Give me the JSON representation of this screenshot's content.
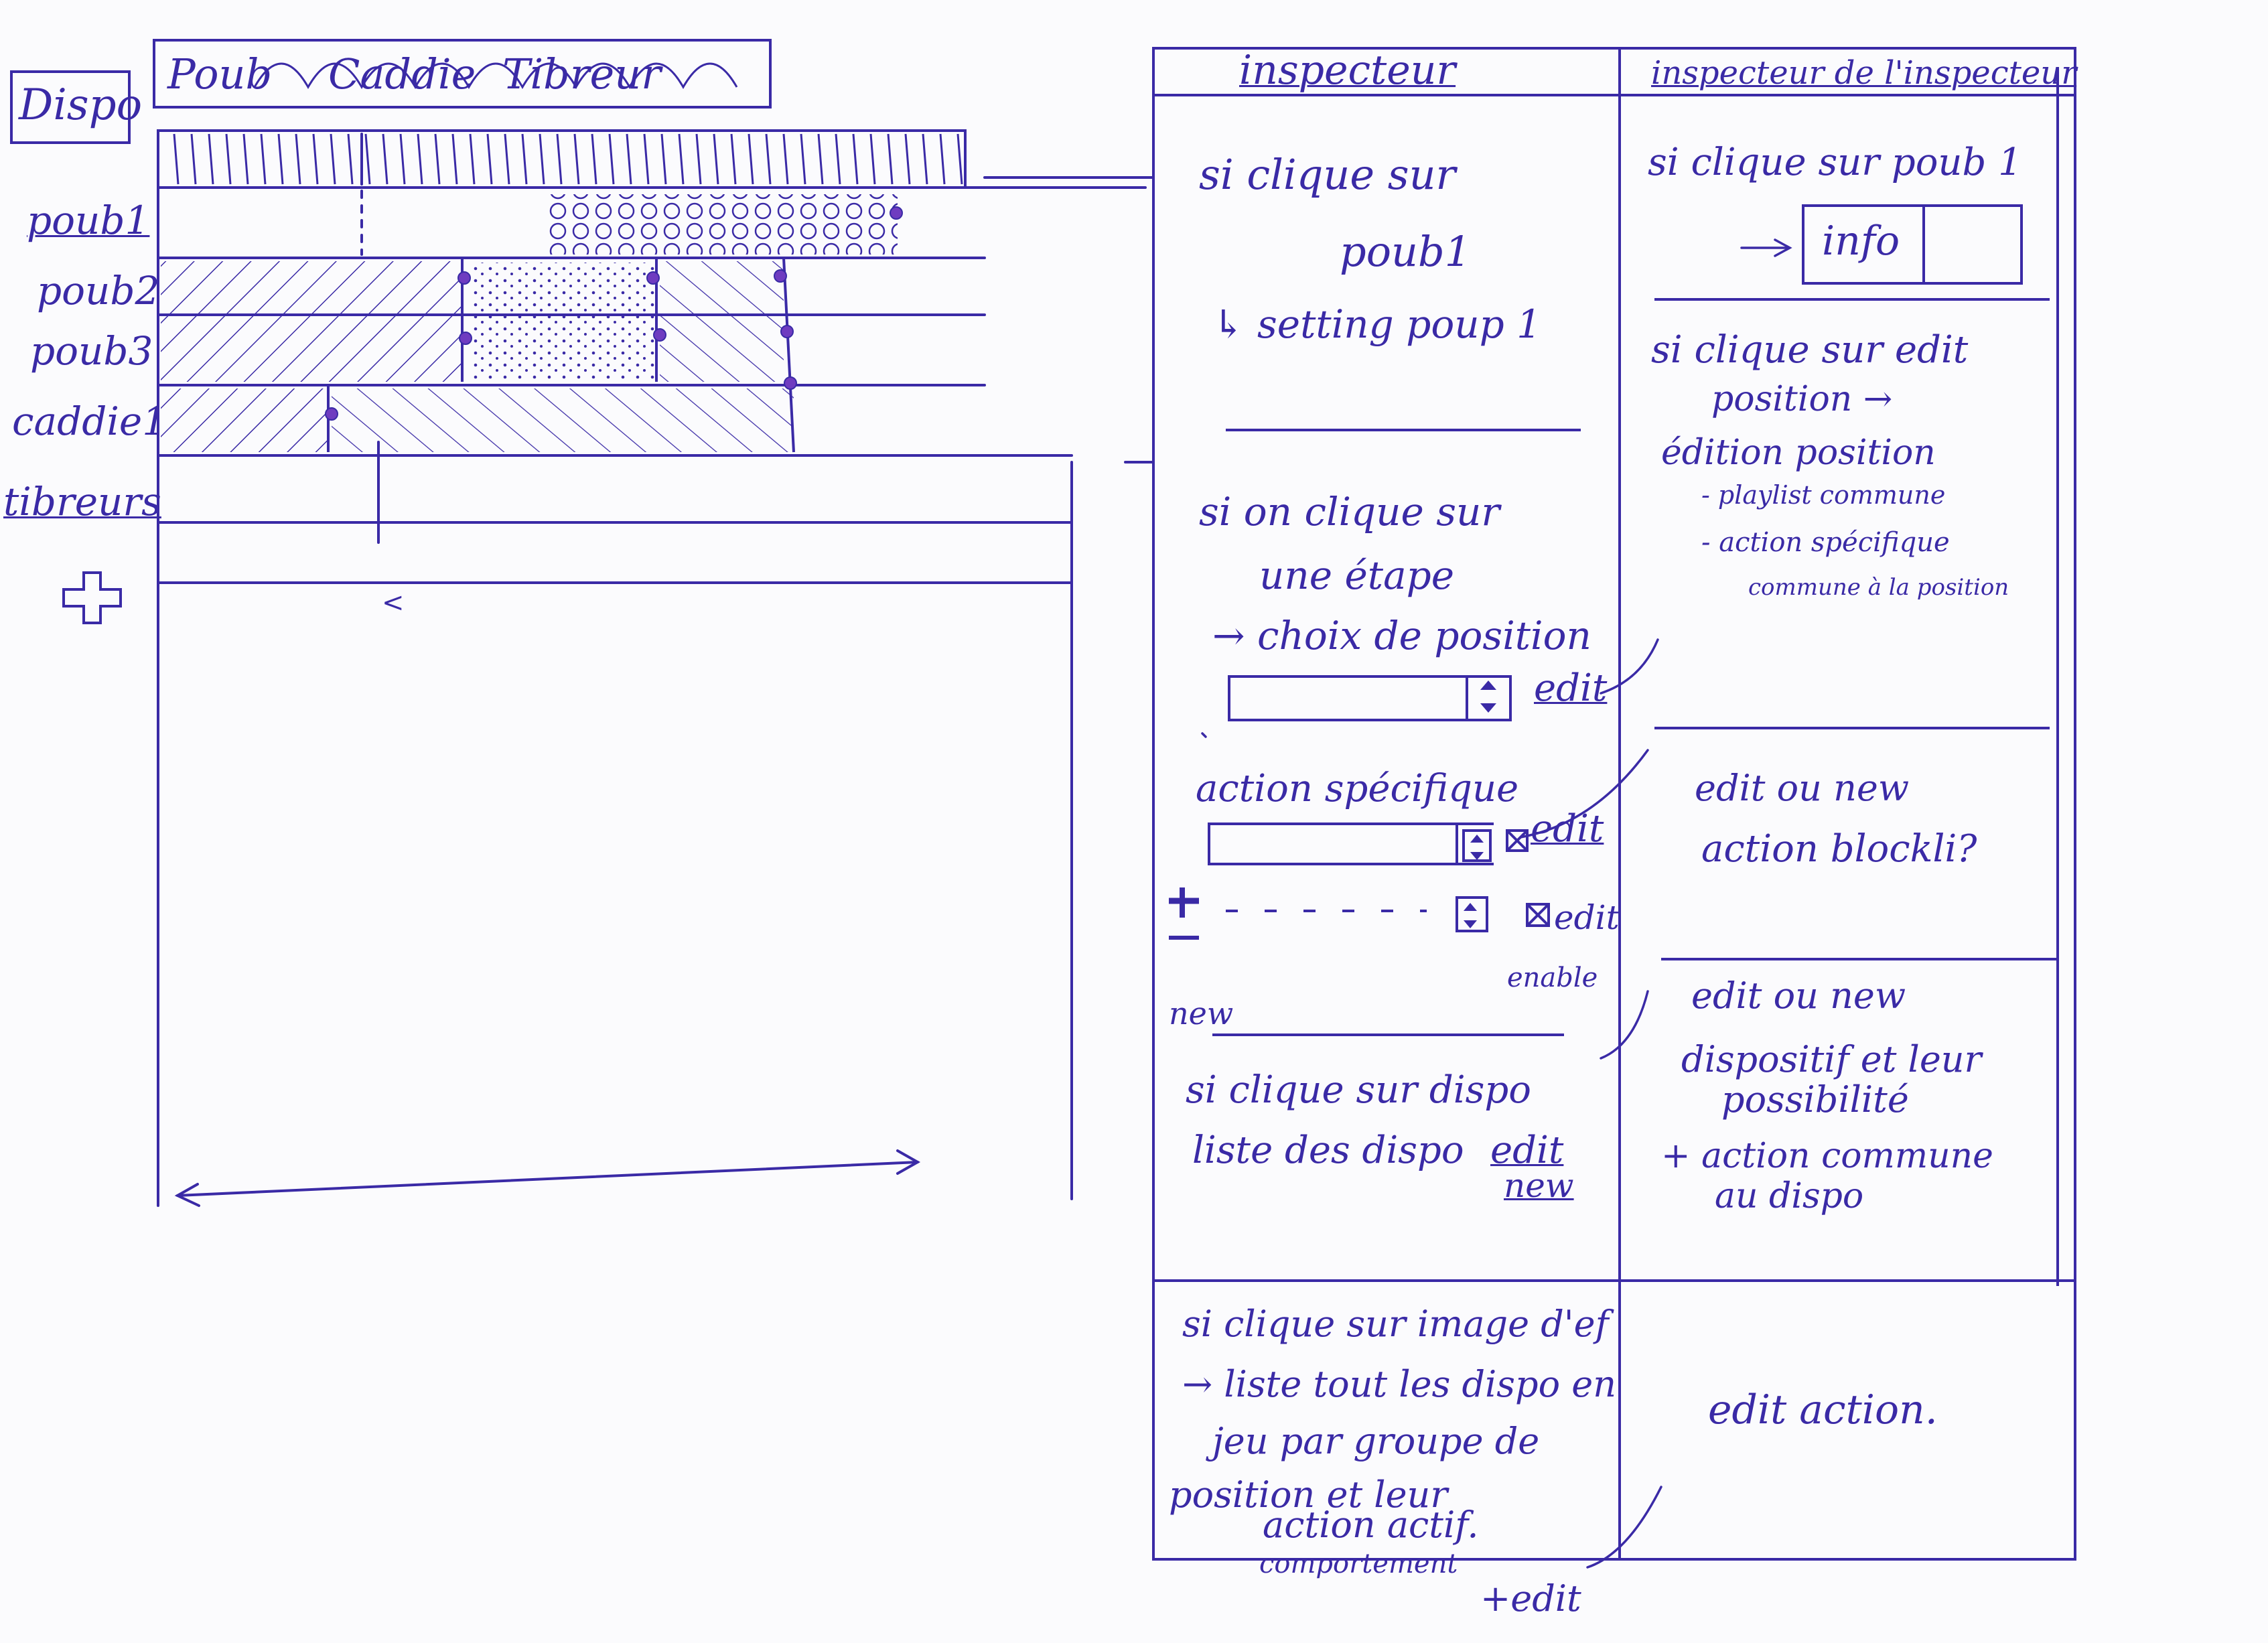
{
  "left": {
    "dispo_label": "Dispo",
    "tabs": [
      "Poub",
      "Caddie",
      "Tibreur"
    ],
    "rows": [
      "poub1",
      "poub2",
      "poub3",
      "caddie1",
      "tibreurs"
    ],
    "plus_symbol": "+",
    "collapse_glyph": "<"
  },
  "inspecteur": {
    "title": "inspecteur",
    "s1": {
      "line1": "si clique sur",
      "line2": "poub1",
      "line3": "↳ setting poup 1"
    },
    "s2": {
      "line1": "si on clique sur",
      "line2": "une étape",
      "line3": "→ choix de position",
      "edit1": "edit",
      "action_label": "action spécifique",
      "edit2": "edit",
      "edit3": "edit",
      "enable": "enable",
      "new": "new"
    },
    "s3": {
      "line1": "si clique sur dispo",
      "line2": "liste des dispo",
      "edit": "edit",
      "new": "new"
    },
    "s4": {
      "line1": "si clique sur image d'ef",
      "line2": "→ liste tout les dispo en",
      "line3": "jeu par groupe de",
      "line4": "position et leur",
      "line5": "action actif.",
      "line6": "comportement",
      "plus_edit": "+edit"
    }
  },
  "inspecteur2": {
    "title": "inspecteur de l'inspecteur",
    "s1": {
      "line1": "si clique sur poub 1",
      "info": "info"
    },
    "s2": {
      "line1": "si clique sur edit",
      "line2": "position →",
      "line3": "édition position",
      "item1": "- playlist commune",
      "item2": "- action spécifique",
      "item3": "commune à la position"
    },
    "s3": {
      "line1": "edit ou new",
      "line2": "action blockli?"
    },
    "s4": {
      "line1": "edit ou new",
      "line2": "dispositif et leur",
      "line3": "possibilité",
      "line4": "+ action commune",
      "line5": "au dispo"
    },
    "s5": {
      "line1": "edit action."
    }
  }
}
